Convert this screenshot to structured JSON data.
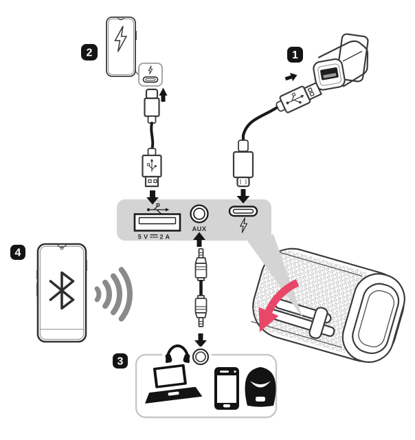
{
  "diagram": {
    "badges": {
      "step1": "1",
      "step2": "2",
      "step3": "3",
      "step4": "4"
    },
    "panel": {
      "aux_label": "AUX",
      "usb_power_label": "5 V ⎓ 2 A",
      "usb_power_left": "5 V",
      "usb_power_dc_symbol": "⎓",
      "usb_power_right": "2 A"
    },
    "colors": {
      "line": "#3a3a3a",
      "panel_gray": "#d4d4d4",
      "wave_gray": "#8a8a8a",
      "accent_pink": "#e9476a",
      "box_border": "#c7c7c7",
      "badge_bg": "#141414",
      "badge_text": "#ffffff"
    },
    "icons": {
      "step1": [
        "wall-outlet",
        "power-adapter",
        "usb-a-plug",
        "usb-c-plug",
        "down-arrow"
      ],
      "step2": [
        "smartphone",
        "charging-bolt",
        "usb-c-charge-callout",
        "usb-c-plug",
        "usb-a-plug",
        "up-arrow",
        "down-arrow"
      ],
      "panel": [
        "usb-trident",
        "usb-a-port",
        "aux-jack-port",
        "usb-c-port",
        "charging-bolt"
      ],
      "step3": [
        "aux-cable",
        "headphones",
        "aux-jack-ring",
        "laptop",
        "smartphone",
        "audio-player",
        "up-arrow",
        "down-arrow"
      ],
      "step4": [
        "smartphone",
        "bluetooth-symbol",
        "wireless-waves"
      ],
      "speaker": [
        "bluetooth-speaker",
        "port-cover-flap",
        "open-cover-arrow"
      ]
    }
  }
}
